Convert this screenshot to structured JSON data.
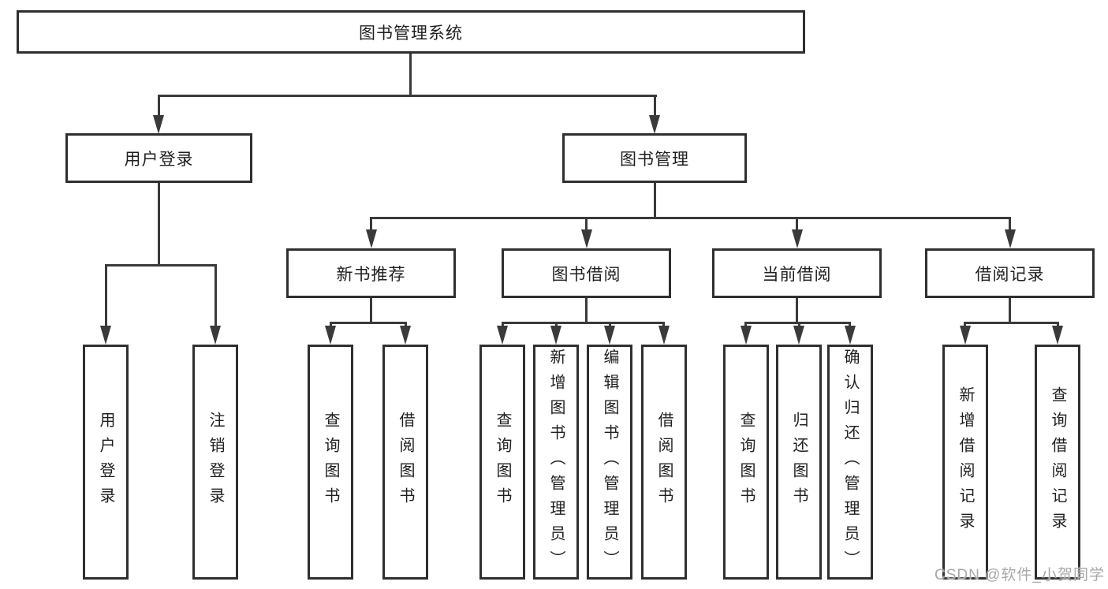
{
  "diagram": {
    "title": "图书管理系统",
    "watermark": "CSDN @软件_小贺同学",
    "level2": [
      {
        "label": "用户登录"
      },
      {
        "label": "图书管理"
      }
    ],
    "level3": [
      {
        "label": "新书推荐"
      },
      {
        "label": "图书借阅"
      },
      {
        "label": "当前借阅"
      },
      {
        "label": "借阅记录"
      }
    ],
    "leaves": {
      "user_login": [
        "用户登录",
        "注销登录"
      ],
      "new_books": [
        "查询图书",
        "借阅图书"
      ],
      "book_borrow": [
        "查询图书",
        "新增图书（管理员）",
        "编辑图书（管理员）",
        "借阅图书"
      ],
      "current_borrow": [
        "查询图书",
        "归还图书",
        "确认归还（管理员）"
      ],
      "borrow_records": [
        "新增借阅记录",
        "查询借阅记录"
      ]
    },
    "colors": {
      "line": "#3a3a3a",
      "border": "#2f2f2f",
      "background": "#ffffff",
      "text": "#1f1f1f",
      "watermark": "#a8a8a8"
    }
  }
}
